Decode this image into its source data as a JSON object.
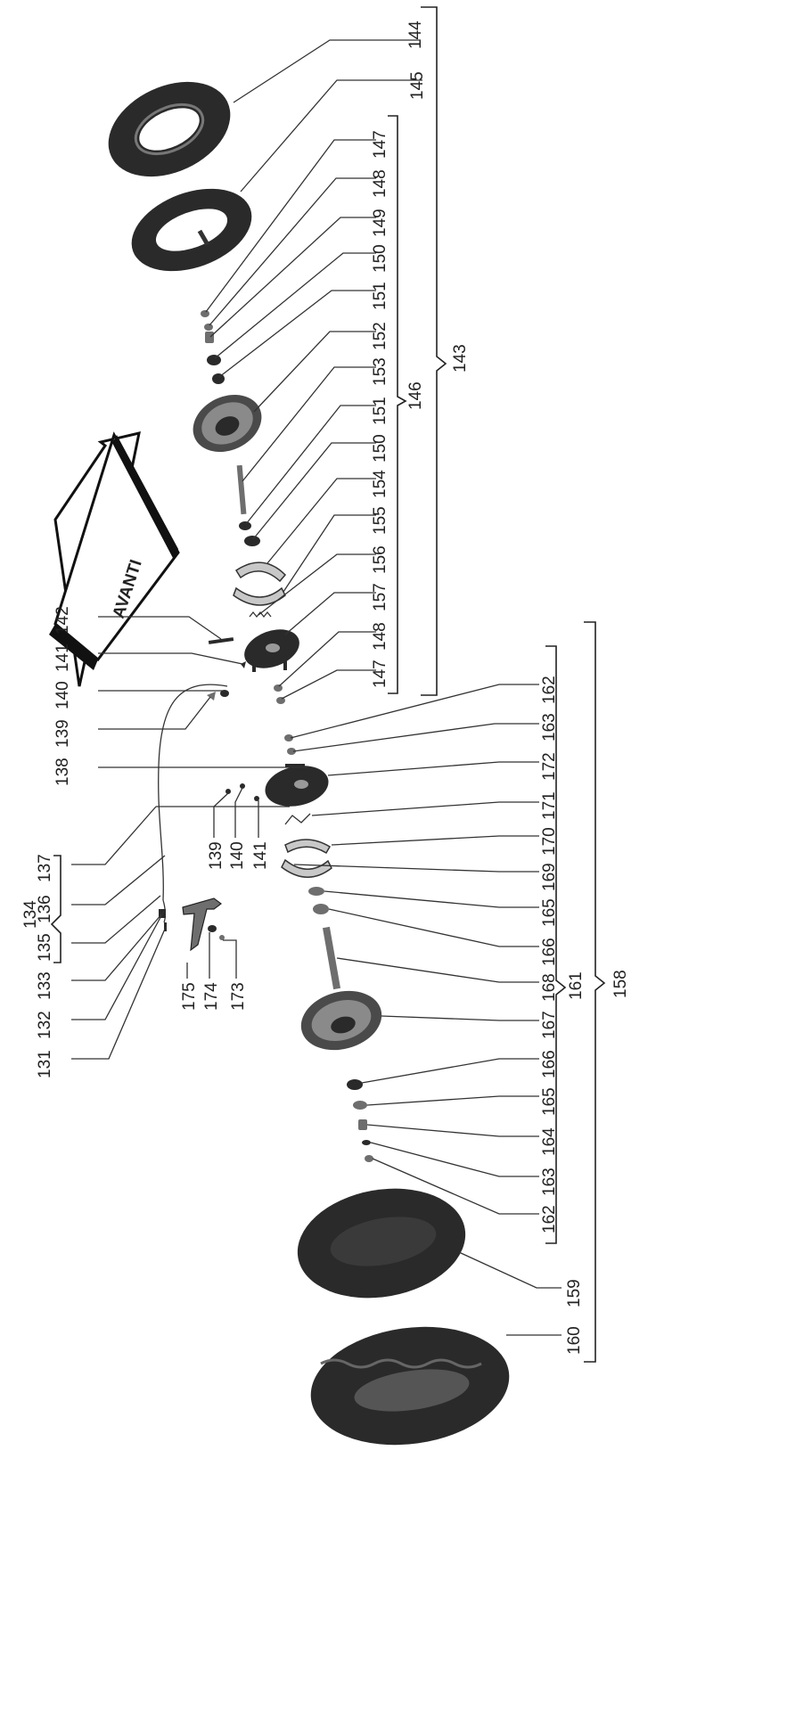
{
  "brand": {
    "text": "AVANTI"
  },
  "colors": {
    "ink": "#222222",
    "tyre": "#1c1c1c",
    "paper": "#ffffff"
  },
  "front": {
    "labels": [
      "144",
      "145",
      "147",
      "148",
      "149",
      "150",
      "151",
      "152",
      "153",
      "151",
      "150",
      "154",
      "155",
      "156",
      "157",
      "148",
      "147"
    ],
    "group_146": "146",
    "group_143": "143"
  },
  "brake_cable": {
    "labels_top": [
      "142",
      "141",
      "140",
      "139",
      "138"
    ],
    "labels_bottom": [
      "137",
      "136",
      "135",
      "133",
      "132",
      "131"
    ],
    "group_134": "134",
    "mid_labels": [
      "139",
      "140",
      "141"
    ],
    "lever_labels": [
      "175",
      "174",
      "173"
    ]
  },
  "rear": {
    "labels": [
      "162",
      "163",
      "172",
      "171",
      "170",
      "169",
      "165",
      "166",
      "168",
      "167",
      "166",
      "165",
      "164",
      "163",
      "162",
      "159",
      "160"
    ],
    "group_161": "161",
    "group_158": "158"
  }
}
